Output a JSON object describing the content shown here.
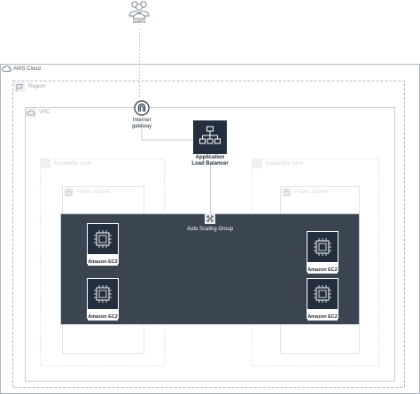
{
  "users": {
    "label": "users"
  },
  "aws_cloud": {
    "label": "AWS Cloud"
  },
  "region": {
    "label": "Region"
  },
  "vpc": {
    "label": "VPC"
  },
  "internet_gateway": {
    "label_line1": "Internet",
    "label_line2": "gateway"
  },
  "load_balancer": {
    "label_line1": "Application",
    "label_line2": "Load Balancer"
  },
  "availability_zones": [
    {
      "label": "Availability zone"
    },
    {
      "label": "Availability zone"
    }
  ],
  "public_subnets": [
    {
      "label": "Public Subnet"
    },
    {
      "label": "Public Subnet"
    }
  ],
  "auto_scaling_group": {
    "label": "Auto Scaling Group"
  },
  "ec2_instances": [
    {
      "label": "Amazon EC2"
    },
    {
      "label": "Amazon EC2"
    },
    {
      "label": "Amazon EC2"
    },
    {
      "label": "Amazon EC2"
    }
  ],
  "colors": {
    "asg_fill": "#3b4551",
    "icon_fill": "#232f3e",
    "border": "#aeb5bb",
    "faint_border": "#e2e5e8"
  }
}
